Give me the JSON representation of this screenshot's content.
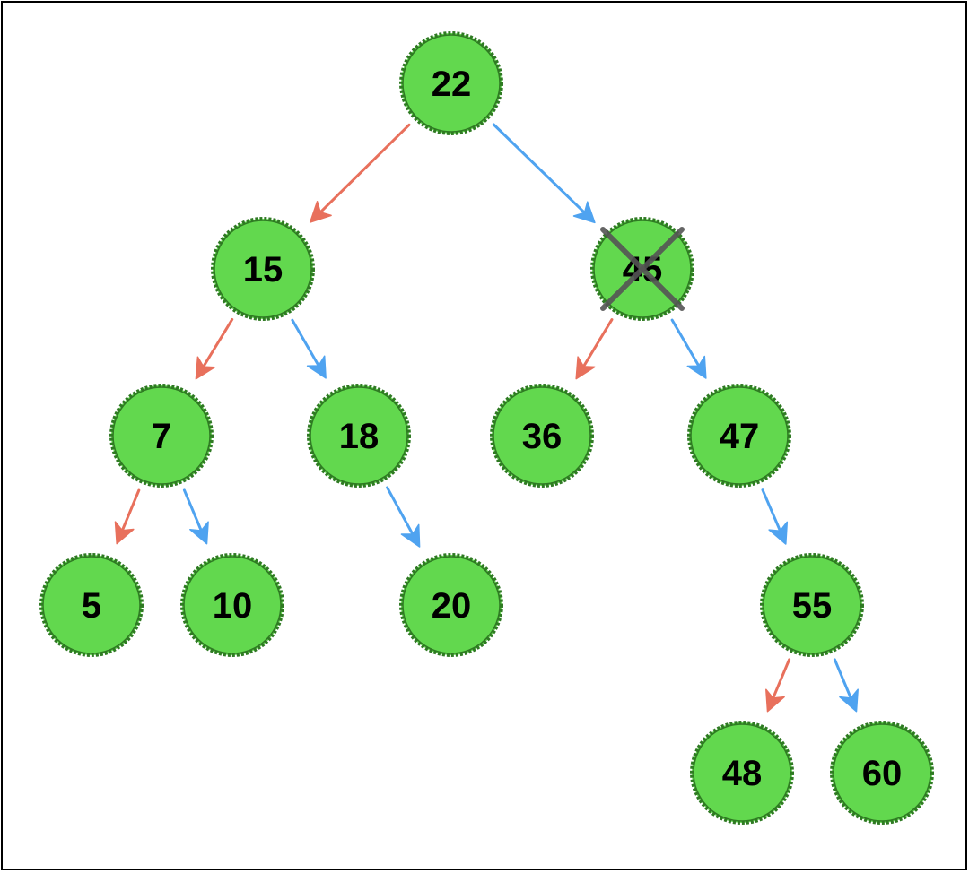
{
  "colors": {
    "node_fill": "#62d84e",
    "node_stroke": "#2f7a23",
    "left_edge": "#e8705c",
    "right_edge": "#4fa3f0",
    "cross": "#555555",
    "border": "#000000"
  },
  "nodes": [
    {
      "id": "n22",
      "label": "22"
    },
    {
      "id": "n15",
      "label": "15"
    },
    {
      "id": "n45",
      "label": "45",
      "crossed_out": true
    },
    {
      "id": "n7",
      "label": "7"
    },
    {
      "id": "n18",
      "label": "18"
    },
    {
      "id": "n36",
      "label": "36"
    },
    {
      "id": "n47",
      "label": "47"
    },
    {
      "id": "n5",
      "label": "5"
    },
    {
      "id": "n10",
      "label": "10"
    },
    {
      "id": "n20",
      "label": "20"
    },
    {
      "id": "n55",
      "label": "55"
    },
    {
      "id": "n48",
      "label": "48"
    },
    {
      "id": "n60",
      "label": "60"
    }
  ],
  "edges": [
    {
      "from": "n22",
      "to": "n15",
      "side": "left"
    },
    {
      "from": "n22",
      "to": "n45",
      "side": "right"
    },
    {
      "from": "n15",
      "to": "n7",
      "side": "left"
    },
    {
      "from": "n15",
      "to": "n18",
      "side": "right"
    },
    {
      "from": "n45",
      "to": "n36",
      "side": "left"
    },
    {
      "from": "n45",
      "to": "n47",
      "side": "right"
    },
    {
      "from": "n7",
      "to": "n5",
      "side": "left"
    },
    {
      "from": "n7",
      "to": "n10",
      "side": "right"
    },
    {
      "from": "n18",
      "to": "n20",
      "side": "right"
    },
    {
      "from": "n47",
      "to": "n55",
      "side": "right"
    },
    {
      "from": "n55",
      "to": "n48",
      "side": "left"
    },
    {
      "from": "n55",
      "to": "n60",
      "side": "right"
    }
  ]
}
